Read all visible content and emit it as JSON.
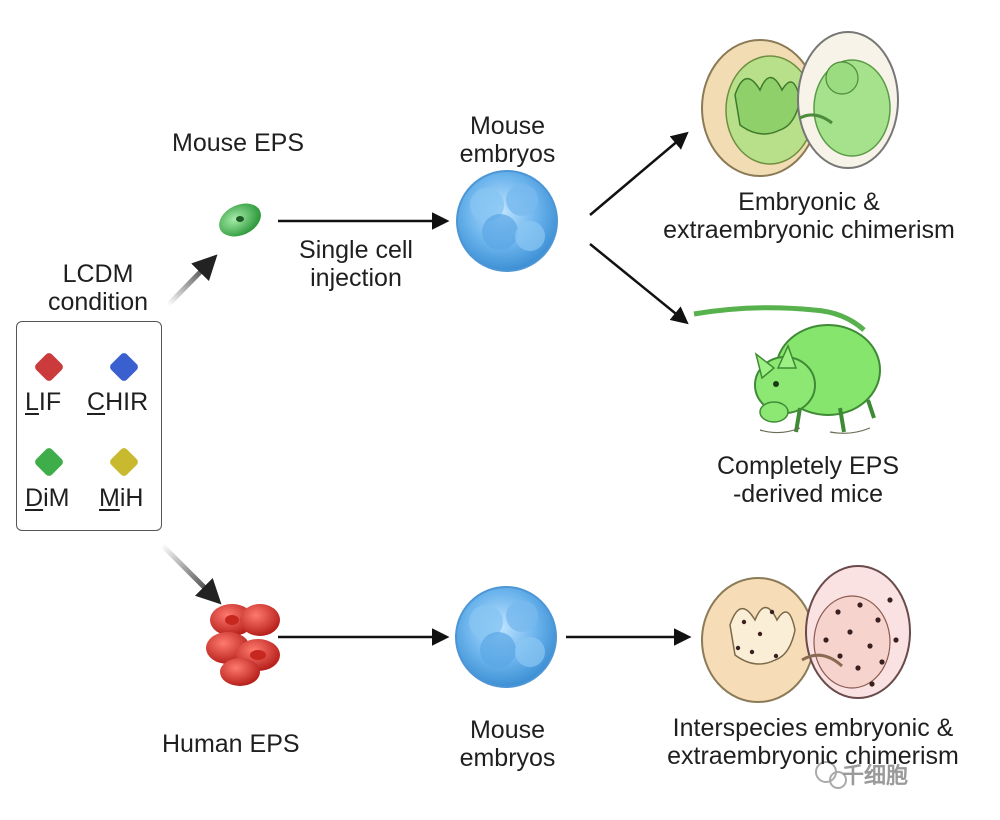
{
  "labels": {
    "mouse_eps": "Mouse EPS",
    "mouse_embryos_top_1": "Mouse",
    "mouse_embryos_top_2": "embryos",
    "single_cell_1": "Single cell",
    "single_cell_2": "injection",
    "chimerism_top_1": "Embryonic &",
    "chimerism_top_2": "extraembryonic chimerism",
    "eps_mice_1": "Completely EPS",
    "eps_mice_2": "-derived mice",
    "lcdm_1": "LCDM",
    "lcdm_2": "condition",
    "human_eps": "Human EPS",
    "mouse_embryos_bottom_1": "Mouse",
    "mouse_embryos_bottom_2": "embryos",
    "chimerism_bottom_1": "Interspecies embryonic &",
    "chimerism_bottom_2": "extraembryonic chimerism"
  },
  "legend": [
    {
      "initial": "L",
      "rest": "IF",
      "color": "#cc3b3b"
    },
    {
      "initial": "C",
      "rest": "HIR",
      "color": "#3a5fcf"
    },
    {
      "initial": "D",
      "rest": "iM",
      "color": "#3fae4a"
    },
    {
      "initial": "M",
      "rest": "iH",
      "color": "#c9b92e"
    }
  ],
  "watermark": "千细胞",
  "colors": {
    "mouse_cell": "#4cbf55",
    "human_cell": "#d8342f",
    "embryo": "#6aaee8",
    "mouse_body": "#7ee06a",
    "arrow": "#111111"
  }
}
